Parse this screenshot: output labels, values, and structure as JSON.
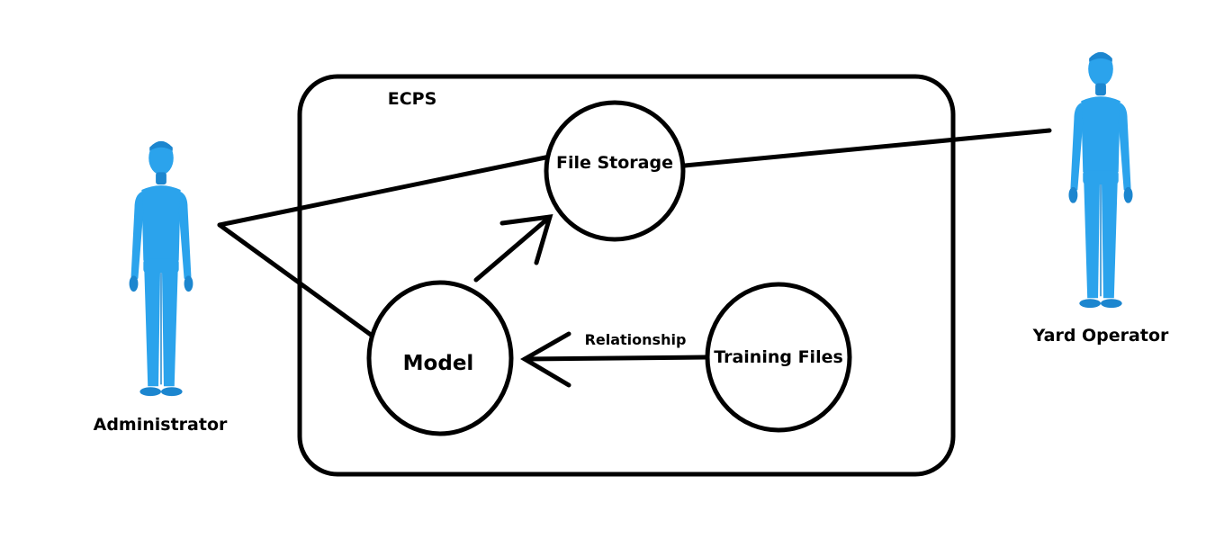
{
  "diagram": {
    "system_label": "ECPS",
    "use_cases": {
      "file_storage": "File Storage",
      "model": "Model",
      "training_files": "Training Files"
    },
    "actors": {
      "administrator": {
        "label": "Administrator",
        "icon": "person-figure-icon"
      },
      "yard_operator": {
        "label": "Yard Operator",
        "icon": "person-figure-icon"
      }
    },
    "relationship_label": "Relationship",
    "colors": {
      "actor": "#2BA3EC",
      "actor_shade": "#1C86CF",
      "line": "#000000",
      "background": "#FFFFFF"
    }
  }
}
